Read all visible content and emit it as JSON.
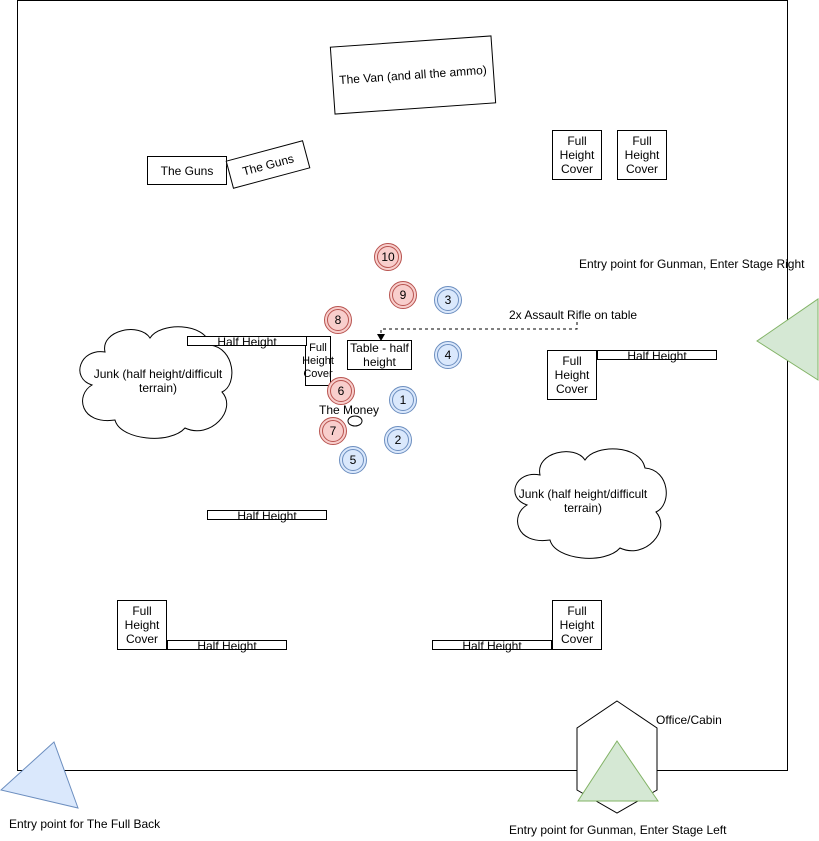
{
  "labels": {
    "van": "The Van (and all the ammo)",
    "guns_1": "The Guns",
    "guns_2": "The Guns",
    "full_cover": "Full\nHeight\nCover",
    "half_height": "Half Height",
    "table": "Table - half\nheight",
    "money": "The Money",
    "rifle_note": "2x Assault Rifle on table",
    "junk": "Junk (half height/difficult\nterrain)",
    "entry_right": "Entry point for Gunman, Enter Stage Right",
    "entry_left": "Entry point for Gunman, Enter Stage Left",
    "entry_fullback": "Entry point for The Full Back",
    "office": "Office/Cabin"
  },
  "tokens": {
    "red": [
      "10",
      "9",
      "8",
      "6",
      "7"
    ],
    "blue": [
      "3",
      "4",
      "1",
      "2",
      "5"
    ]
  },
  "colors": {
    "red_fill": "#f8cecc",
    "red_stroke": "#b85450",
    "blue_fill": "#dae8fc",
    "blue_stroke": "#6c8ebf",
    "green_fill": "#d5e8d4",
    "green_stroke": "#82b366"
  }
}
